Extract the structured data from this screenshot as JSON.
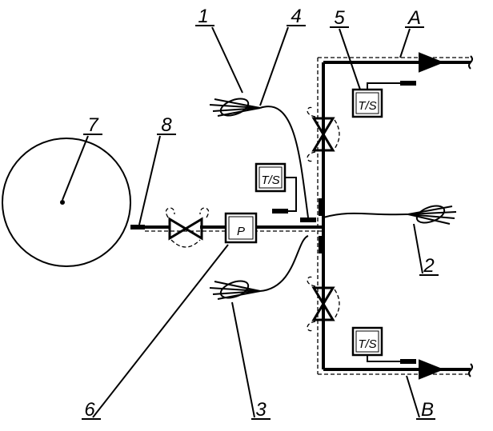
{
  "labels": {
    "n1": "1",
    "n2": "2",
    "n3": "3",
    "n4": "4",
    "n5": "5",
    "n6": "6",
    "n7": "7",
    "n8": "8",
    "a": "A",
    "b": "B"
  },
  "symbols": {
    "pump_label": "P",
    "ts_label": "T/S"
  }
}
